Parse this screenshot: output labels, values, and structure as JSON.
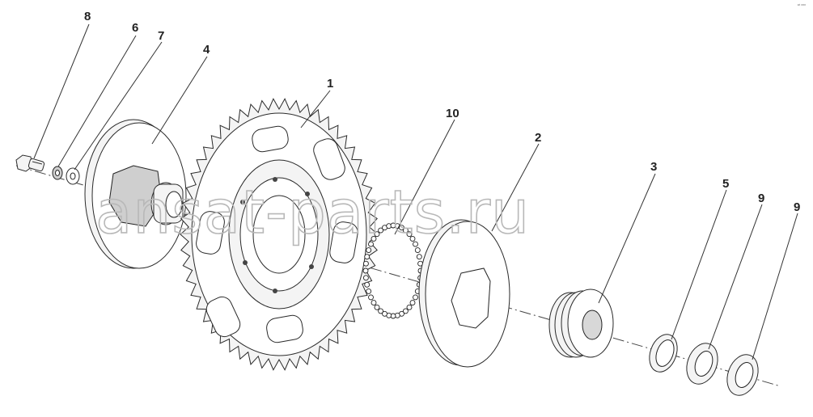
{
  "diagram": {
    "callouts": [
      "8",
      "6",
      "7",
      "4",
      "1",
      "10",
      "2",
      "3",
      "5",
      "9",
      "9"
    ],
    "watermark": "ansat-parts.ru",
    "corner_mark": "ᵉᵗ ᵒᵒᵒ"
  }
}
